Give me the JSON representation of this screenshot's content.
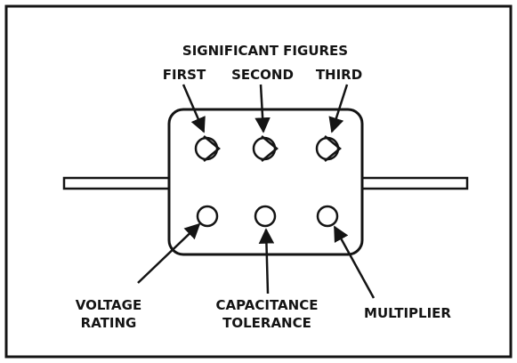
{
  "header": {
    "group_label": "SIGNIFICANT FIGURES",
    "digits": [
      "FIRST",
      "SECOND",
      "THIRD"
    ]
  },
  "bottom_labels": {
    "voltage": [
      "VOLTAGE",
      "RATING"
    ],
    "capacitance": [
      "CAPACITANCE",
      "TOLERANCE"
    ],
    "multiplier": "MULTIPLIER"
  },
  "colors": {
    "ink": "#141414",
    "background": "#ffffff"
  }
}
